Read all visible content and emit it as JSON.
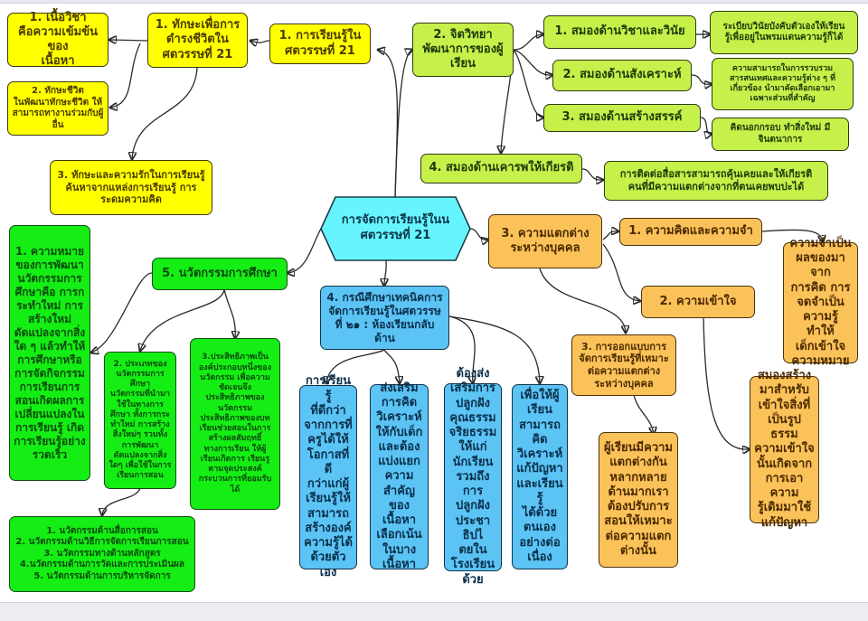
{
  "colors": {
    "yellow": "#ffff00",
    "lime": "#c6f04a",
    "green": "#15ee15",
    "orange": "#fbc25a",
    "blue": "#5bc4f5",
    "cyan": "#66f5ff"
  },
  "center": {
    "label": "การจัดการเรียนรู้ในน\nศตวรรษที่ 21"
  },
  "branch1": {
    "label": "1. การเรียนรู้ใน\nศตวรรษที่ 21",
    "sub": {
      "label": "1. ทักษะเพื่อการ\nดำรงชีวิตใน\nศตวรรษที่ 21",
      "items": [
        "1. เนื้อวิชา\nคือความเข้มข้นของ\nเนื้อหา",
        "2. ทักษะชีวิต\nในพัฒนาทักษะชีวิต ให้\nสามารถทางานร่วมกับผู้\nอื่น",
        "3. ทักษะและความรักในการเรียนรู้\nค้นหาจากแหล่งการเรียนรู้ การ\nระดมความคิด"
      ]
    }
  },
  "branch2": {
    "label": "2. จิตวิทยา\nพัฒนาการของผู้\nเรียน",
    "items": [
      {
        "label": "1. สมองด้านวิชาและวินัย",
        "detail": "ระเบียบวินัยบังคับตัวเองให้เรียน\nรู้เพื่ออยู่ในพรมแดนความรู้ก็ได้"
      },
      {
        "label": "2. สมองด้านสังเคราะห์",
        "detail": "ความสามารถในการรวบรวม\nสารสนเทศและความรู้ต่าง ๆ ที่\nเกี่ยวข้อง นำมาคัดเลือกเอามา\nเฉพาะส่วนที่สำคัญ"
      },
      {
        "label": "3. สมองด้านสร้างสรรค์",
        "detail": "คิดนอกกรอบ ทำสิ่งใหม่ มี\nจินตนาการ"
      },
      {
        "label": "4. สมองด้านเคารพให้เกียรติ",
        "detail": "การติดต่อสื่อสารสามารถคุ้นเคยและให้เกียรติ\nคนที่มีความแตกต่างจากที่ตนเคยพบปะได้"
      }
    ]
  },
  "branch3": {
    "label": "3. ความแตกต่าง\nระหว่างบุคคล",
    "items": [
      {
        "label": "1. ความคิดและความจำ",
        "detail": "ความจำเป็น\nผลของมาจาก\nการคิด การ\nจดจำเป็น\nความรู้ ทำให้\nเด็กเข้าใจ\nความหมาย"
      },
      {
        "label": "2. ความเข้าใจ",
        "detail": "สมองสร้าง\nมาสำหรับ\nเข้าใจสิ่งที่\nเป็นรูปธรรม\nความเข้าใจ\nนั้นเกิดจาก\nการเอาความ\nรู้เดิมมาใช้\nแก้ปัญหา"
      },
      {
        "label": "3. การออกแบบการ\nจัดการเรียนรู้ที่เหมาะ\nต่อความแตกต่าง\nระหว่างบุคคล",
        "detail": "ผู้เรียนมีความ\nแตกต่างกัน\nหลากหลาย\nด้านมากเรา\nต้องปรับการ\nสอนให้เหมาะ\nต่อความแตก\nต่างนั้น"
      }
    ]
  },
  "branch4": {
    "label": "4. กรณีศึกษาเทคนิคการ\nจัดการเรียนรู้ในศตวรรษ\nที่ ๒๑ : ห้องเรียนกลับ\nด้าน",
    "items": [
      "การเรียนรู้\nที่ดีกว่า\nจากการที่\nครูได้ให้\nโอกาสที่ดี\nกว่าแก่ผู้\nเรียนรู้ให้\nสามารถ\nสร้างองค์\nความรู้ได้\nด้วยตัวเอง",
      "ส่งเสริม\nการคิด\nวิเคราะห์\nให้กับเด็ก\nและต้อง\nแบ่งแยก\nความ\nสำคัญของ\nเนื้อหา\nเลือกเน้น\nในบาง\nเนื้อหา",
      "ต้องส่ง\nเสริมการ\nปลูกฝัง\nคุณธรรม\nจริยธรรม\nให้แก่\nนักเรียน\nรวมถึงการ\nปลูกฝัง\nประชาธิปไ\nตยใน\nโรงเรียน\nด้วย",
      "เพื่อให้ผู้\nเรียน\nสามารถ\nคิด\nวิเคราะห์\nแก้ปัญหา\nและเรียนรู้\nได้ด้วย\nตนเอง\nอย่างต่อ\nเนื่อง"
    ]
  },
  "branch5": {
    "label": "5. นวัตกรรมการศึกษา",
    "items": [
      "1. ความหมาย\nของการพัฒนา\nนวัตกรรมการ\nศึกษาคือ การก\nระทำใหม่ การ\nสร้างใหม่\nดัดแปลงจากสิ่ง\nใด ๆ แล้วทำให้\nการศึกษาหรือ\nการจัดกิจกรรม\nการเรียนการ\nสอนเกิดผลการ\nเปลี่ยนแปลงใน\nการเรียนรู้ เกิด\nการเรียนรู้อย่าง\nรวดเร็ว",
      "2. ประเภทของ\nนวัตกรรมการ\nศึกษา\nนวัตกรรมที่นำมา\nใช้ในทางการ\nศึกษา ทั้งการกระ\nทำใหม่ การสร้าง\nสิ่งใหม่ๆ รวมทั้ง\nการพัฒนา\nดัดแปลงจากสิ่ง\nใดๆ เพื่อใช้ในการ\nเรียนการสอน",
      "3.ประสิทธิภาพเป็น\nองค์ประกอบหนึ่งของ\nนวัตกรรม เพื่อความ\nชัดเจนจึง\nประสิทธิภาพของ\nนวัตกรรม\nประสิทธิภาพของบท\nเรียนช่วยสอนในการ\nสร้างผลสัมฤทธิ์\nทางการเรียน ให้ผู้\nเรียนเกิดการ เรียนรู\nตามจุดประสงค์\nกระบวนการที่ยอมรับ\nได้"
    ],
    "types": "1. นวัตกรรมด้านสื่อการสอน\n2. นวัตกรรมด้านวิธีการจัดการเรียนการสอน\n3. นวัตกรรมทางด้านหลักสูตร\n4.นวัตกรรมด้านการวัดและการประเมินผล\n5. นวัตกรรมด้านการบริหารจัดการ"
  }
}
